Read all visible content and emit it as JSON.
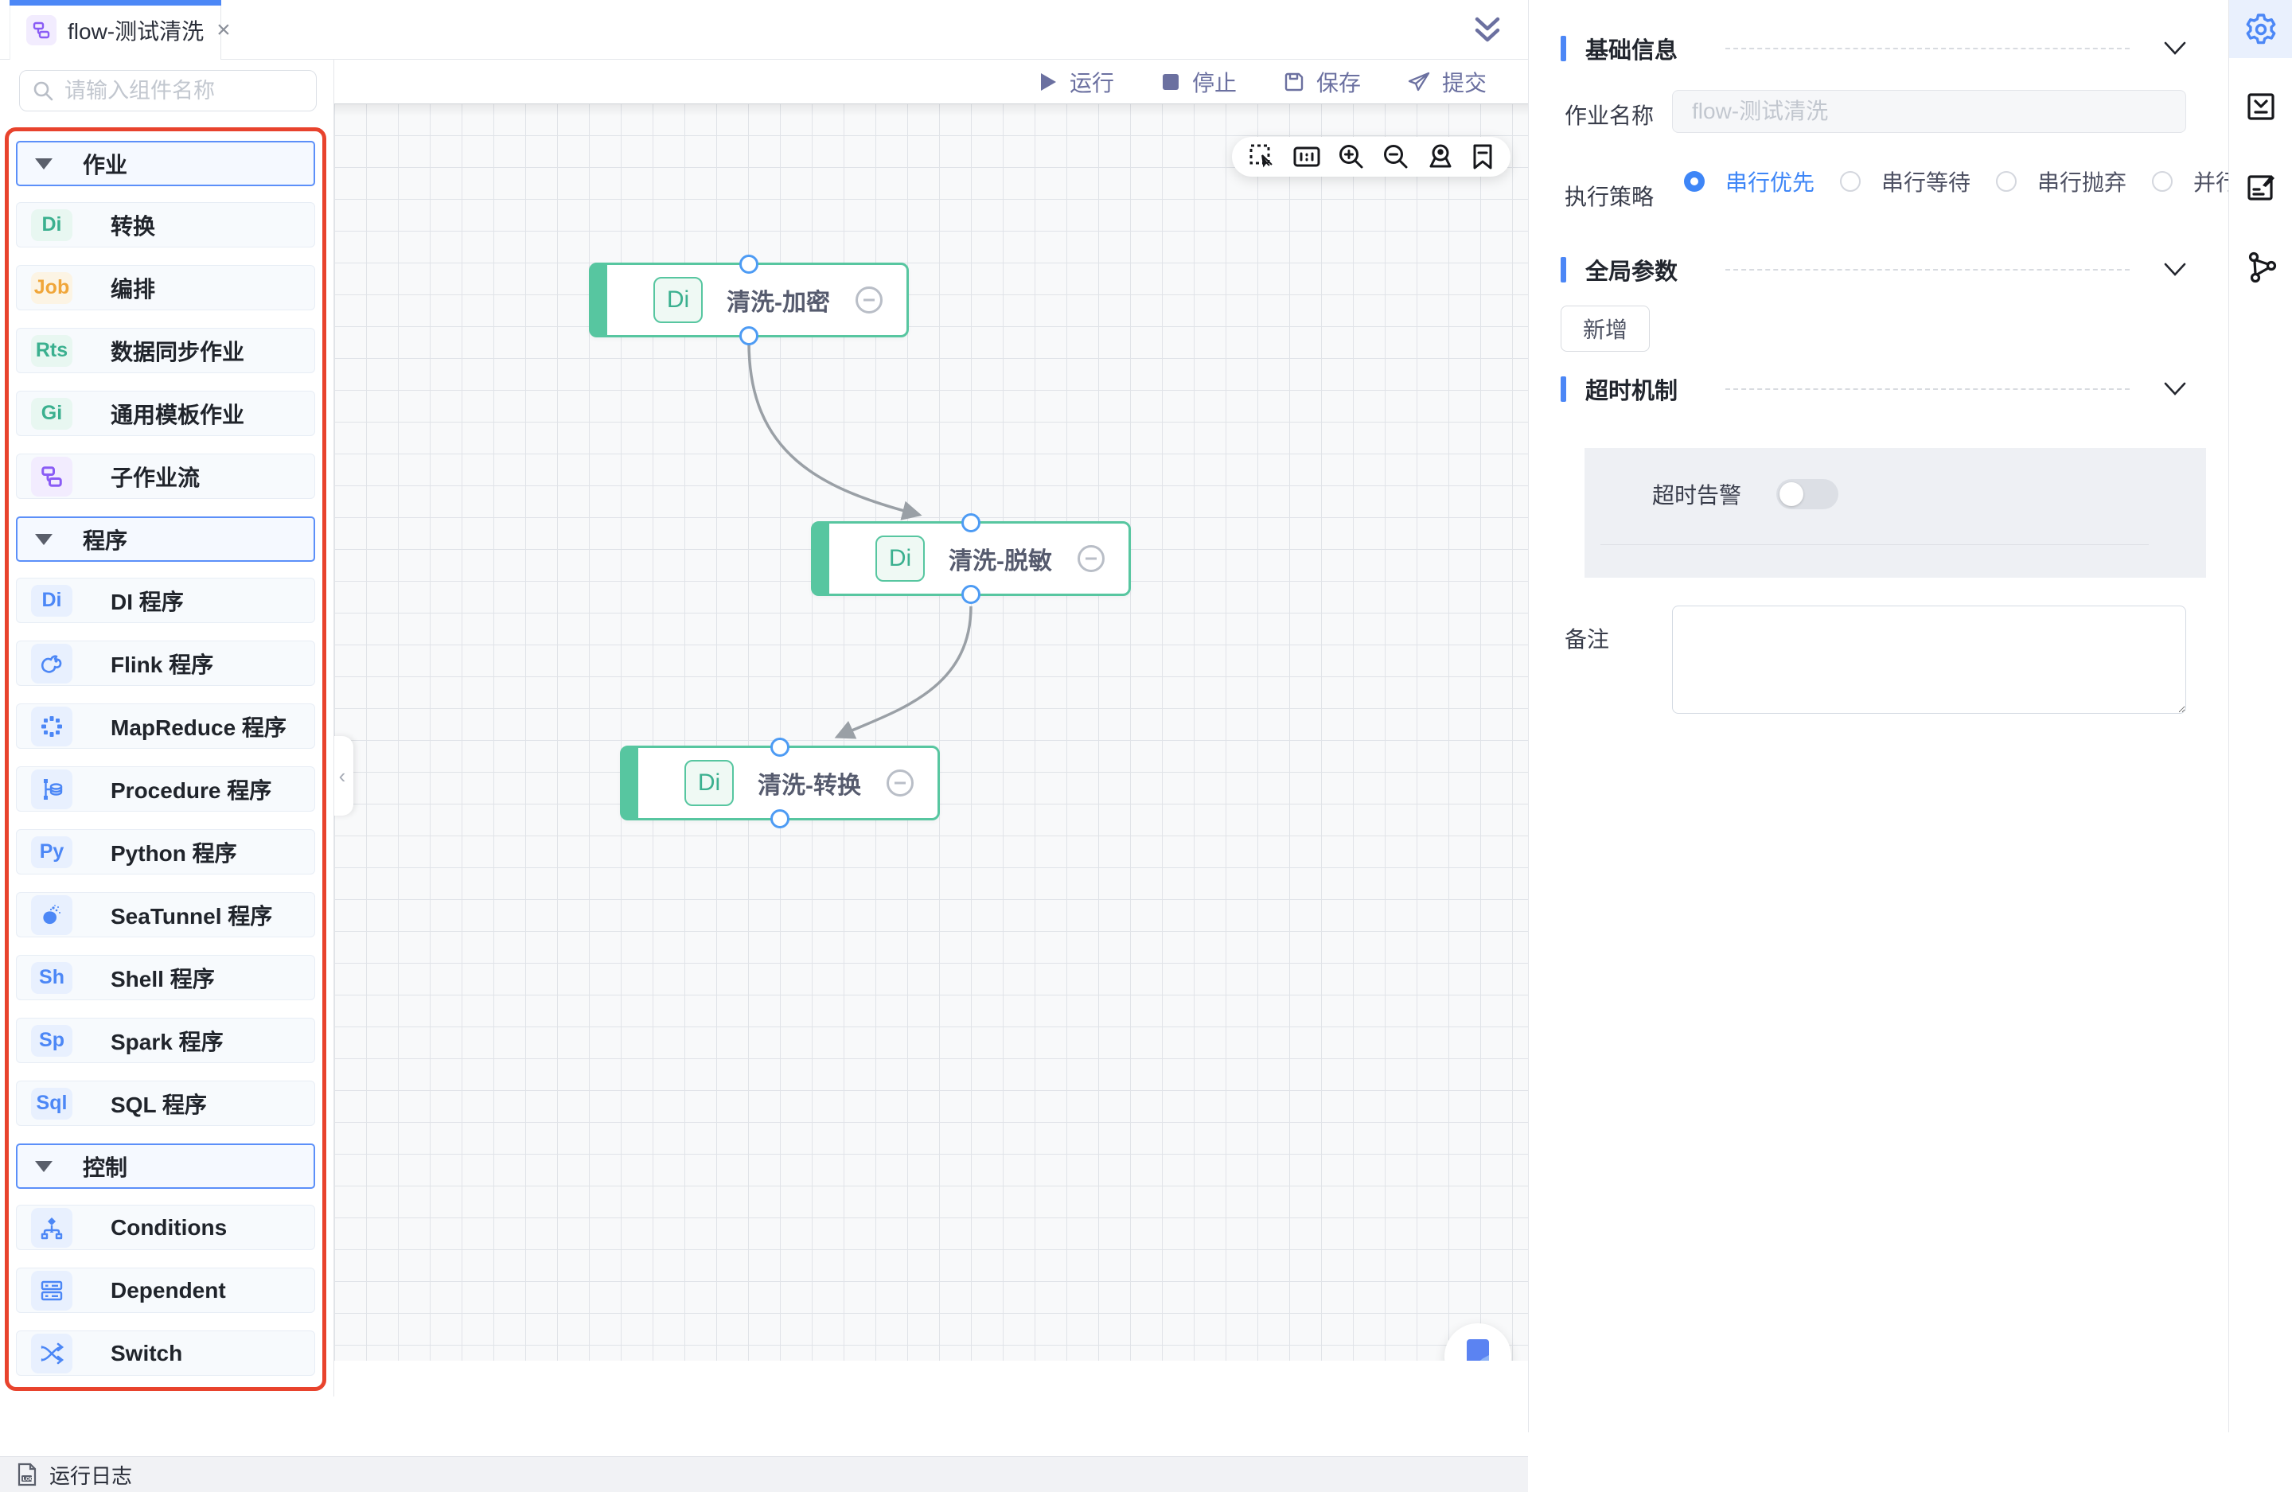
{
  "tab": {
    "title": "flow-测试清洗",
    "close": "×"
  },
  "toolbar": {
    "buttons": [
      {
        "icon": "run",
        "label": "运行"
      },
      {
        "icon": "stop",
        "label": "停止"
      },
      {
        "icon": "save",
        "label": "保存"
      },
      {
        "icon": "submit",
        "label": "提交"
      }
    ]
  },
  "sidebar": {
    "search_placeholder": "请输入组件名称",
    "rows": [
      {
        "type": "header",
        "label": "作业"
      },
      {
        "type": "item",
        "icon": "text",
        "badge": "Di",
        "color": "green",
        "label": "转换"
      },
      {
        "type": "item",
        "icon": "text",
        "badge": "Job",
        "color": "orange",
        "label": "编排"
      },
      {
        "type": "item",
        "icon": "text",
        "badge": "Rts",
        "color": "green",
        "label": "数据同步作业"
      },
      {
        "type": "item",
        "icon": "text",
        "badge": "Gi",
        "color": "green",
        "label": "通用模板作业"
      },
      {
        "type": "item",
        "icon": "subflow",
        "color": "purple",
        "label": "子作业流"
      },
      {
        "type": "header",
        "label": "程序"
      },
      {
        "type": "item",
        "icon": "text",
        "badge": "Di",
        "color": "blue",
        "label": "DI 程序"
      },
      {
        "type": "item",
        "icon": "flink",
        "color": "blue",
        "label": "Flink 程序"
      },
      {
        "type": "item",
        "icon": "mapreduce",
        "color": "blue",
        "label": "MapReduce 程序"
      },
      {
        "type": "item",
        "icon": "procedure",
        "color": "blue",
        "label": "Procedure 程序"
      },
      {
        "type": "item",
        "icon": "text",
        "badge": "Py",
        "color": "blue",
        "label": "Python 程序"
      },
      {
        "type": "item",
        "icon": "seatunnel",
        "color": "blue",
        "label": "SeaTunnel 程序"
      },
      {
        "type": "item",
        "icon": "text",
        "badge": "Sh",
        "color": "blue",
        "label": "Shell 程序"
      },
      {
        "type": "item",
        "icon": "text",
        "badge": "Sp",
        "color": "blue",
        "label": "Spark 程序"
      },
      {
        "type": "item",
        "icon": "text",
        "badge": "Sql",
        "color": "blue",
        "label": "SQL 程序"
      },
      {
        "type": "header",
        "label": "控制"
      },
      {
        "type": "item",
        "icon": "conditions",
        "color": "blue",
        "label": "Conditions"
      },
      {
        "type": "item",
        "icon": "dependent",
        "color": "blue",
        "label": "Dependent"
      },
      {
        "type": "item",
        "icon": "switch",
        "color": "blue",
        "label": "Switch"
      }
    ]
  },
  "canvas": {
    "nodes": [
      {
        "badge": "Di",
        "label": "清洗-加密"
      },
      {
        "badge": "Di",
        "label": "清洗-脱敏"
      },
      {
        "badge": "Di",
        "label": "清洗-转换"
      }
    ],
    "tools": [
      "marquee-select",
      "one-to-one",
      "zoom-in",
      "zoom-out",
      "locate",
      "bookmark-view"
    ]
  },
  "right_panel": {
    "section_basic": "基础信息",
    "section_global_params": "全局参数",
    "section_timeout": "超时机制",
    "job_name": {
      "label": "作业名称",
      "placeholder": "flow-测试清洗"
    },
    "strategy": {
      "label": "执行策略",
      "options": [
        {
          "label": "串行优先",
          "state": "selected"
        },
        {
          "label": "串行等待",
          "state": "unselected"
        },
        {
          "label": "串行抛弃",
          "state": "unselected"
        },
        {
          "label": "并行",
          "state": "unselected"
        }
      ]
    },
    "add_button": "新增",
    "timeout_alarm": {
      "label": "超时告警",
      "enabled": false
    },
    "remark": {
      "label": "备注",
      "value": ""
    }
  },
  "bottom_bar": {
    "log_label": "运行日志"
  },
  "colors": {
    "accent_blue": "#4C87F6",
    "node_green": "#57C6A0",
    "sidebar_outline_red": "#E8432D",
    "toolbar_slate": "#6B70A0",
    "edge_grey": "#9AA0A6"
  }
}
